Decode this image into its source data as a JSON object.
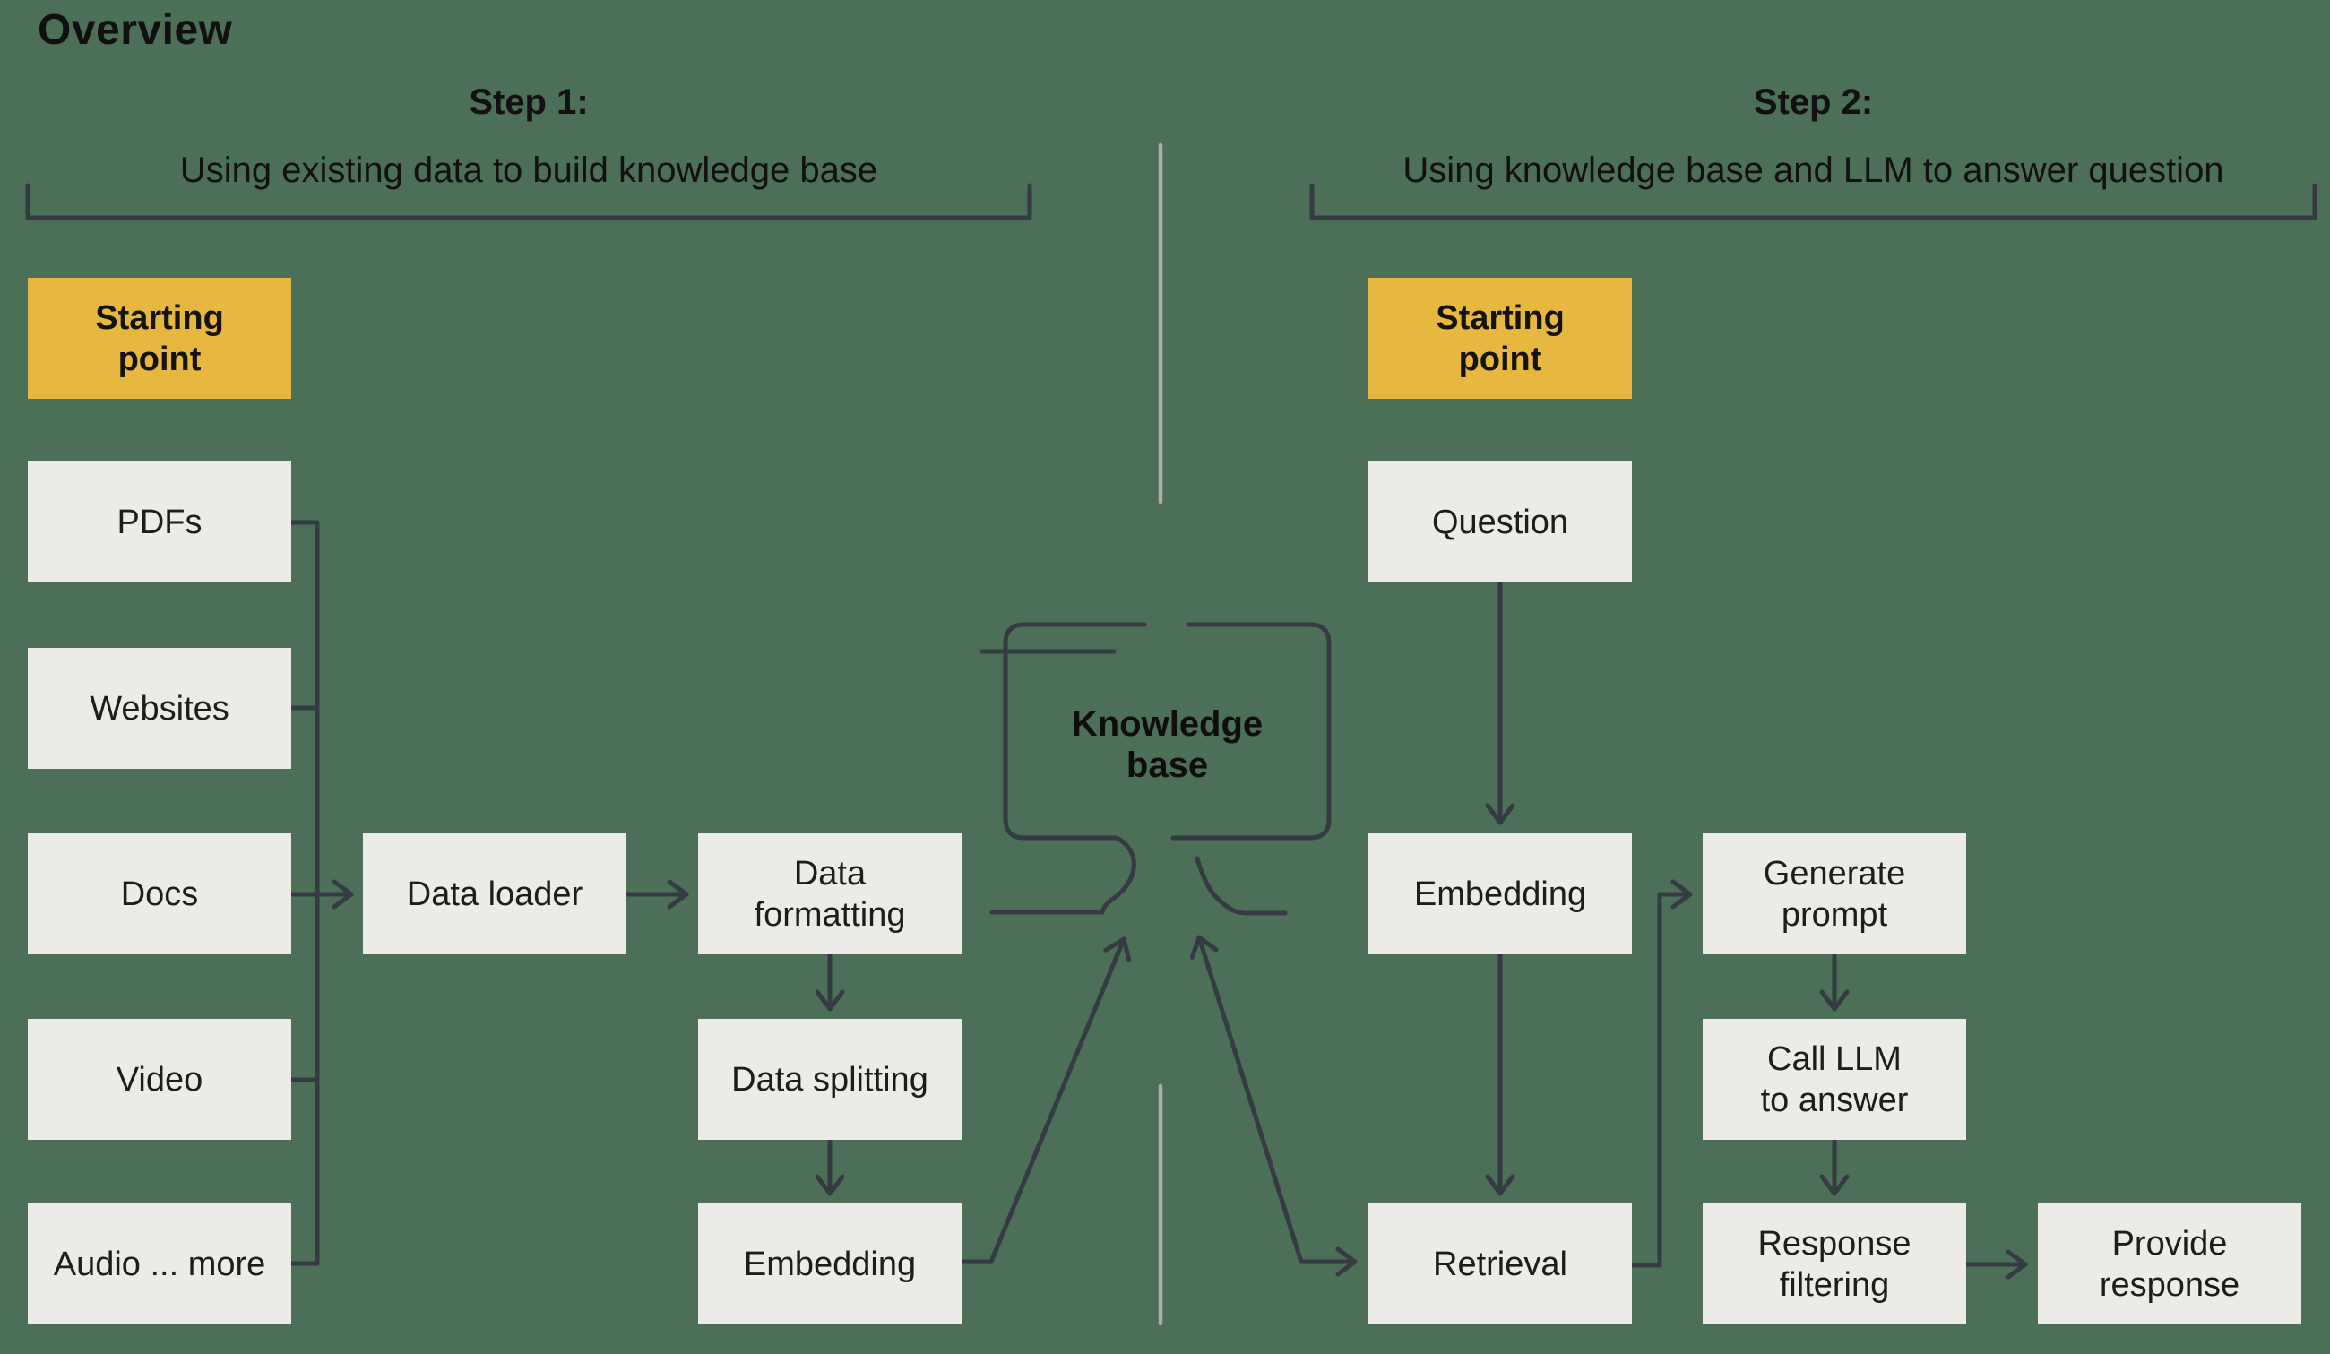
{
  "title": "Overview",
  "colors": {
    "background": "#4c6f57",
    "box_fill": "#ecebe8",
    "accent_fill": "#e7b83f",
    "line_stroke": "#343b42",
    "divider_stroke": "#a9aea7",
    "text": "#1d1d1b"
  },
  "steps": {
    "step1": {
      "title": "Step 1:",
      "subtitle": "Using existing data to build knowledge base"
    },
    "step2": {
      "title": "Step 2:",
      "subtitle": "Using knowledge base and LLM to answer question"
    }
  },
  "nodes": {
    "starting_point_1": {
      "label": "Starting point",
      "line1": "Starting",
      "line2": "point",
      "kind": "start"
    },
    "pdfs": {
      "label": "PDFs",
      "kind": "source"
    },
    "websites": {
      "label": "Websites",
      "kind": "source"
    },
    "docs": {
      "label": "Docs",
      "kind": "source"
    },
    "video": {
      "label": "Video",
      "kind": "source"
    },
    "audio": {
      "label": "Audio ... more",
      "kind": "source"
    },
    "data_loader": {
      "label": "Data loader",
      "kind": "process"
    },
    "data_formatting": {
      "label": "Data formatting",
      "line1": "Data",
      "line2": "formatting",
      "kind": "process"
    },
    "data_splitting": {
      "label": "Data splitting",
      "kind": "process"
    },
    "embedding_build": {
      "label": "Embedding",
      "kind": "process"
    },
    "starting_point_2": {
      "label": "Starting point",
      "line1": "Starting",
      "line2": "point",
      "kind": "start"
    },
    "question": {
      "label": "Question",
      "kind": "process"
    },
    "embedding_query": {
      "label": "Embedding",
      "kind": "process"
    },
    "retrieval": {
      "label": "Retrieval",
      "kind": "process"
    },
    "generate_prompt": {
      "label": "Generate prompt",
      "line1": "Generate",
      "line2": "prompt",
      "kind": "process"
    },
    "call_llm": {
      "label": "Call LLM to answer",
      "line1": "Call LLM",
      "line2": "to answer",
      "kind": "process"
    },
    "response_filtering": {
      "label": "Response filtering",
      "line1": "Response",
      "line2": "filtering",
      "kind": "process"
    },
    "provide_response": {
      "label": "Provide response",
      "line1": "Provide",
      "line2": "response",
      "kind": "process"
    }
  },
  "knowledge_base": {
    "label": "Knowledge base",
    "line1": "Knowledge",
    "line2": "base",
    "icon": "knowledge-base-container-icon"
  },
  "connections": [
    "pdfs->trunk",
    "websites->trunk",
    "video->trunk",
    "audio->trunk",
    "docs->data_loader",
    "data_loader->data_formatting",
    "data_formatting->data_splitting",
    "data_splitting->embedding_build",
    "embedding_build->knowledge_base",
    "knowledge_base<->retrieval",
    "question->embedding_query",
    "embedding_query->retrieval",
    "retrieval->generate_prompt",
    "generate_prompt->call_llm",
    "call_llm->response_filtering",
    "response_filtering->provide_response"
  ]
}
